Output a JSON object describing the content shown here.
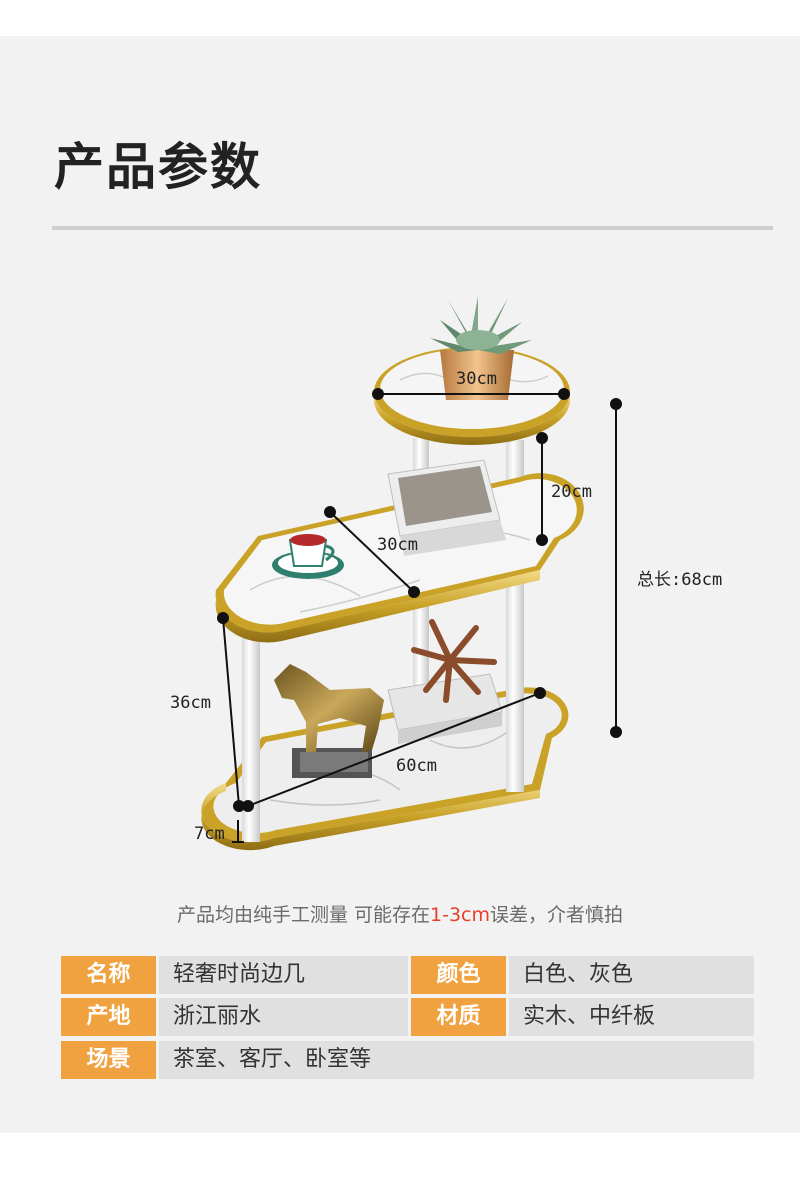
{
  "page": {
    "title": "产品参数"
  },
  "diagram": {
    "dimensions": {
      "top_shelf_width": "30cm",
      "upper_gap": "20cm",
      "total_length": "总长:68cm",
      "middle_shelf_depth": "30cm",
      "lower_gap": "36cm",
      "bottom_shelf_length": "60cm",
      "foot_height": "7cm"
    },
    "colors": {
      "gold_rim": "#c9a227",
      "marble": "#f4f4f4",
      "leg": "#f8f8f8",
      "dimension_line": "#111111"
    }
  },
  "note": {
    "before": "产品均由纯手工测量 可能存在",
    "range": "1-3cm",
    "after": "误差，介者慎拍",
    "accent_color": "#e83e2a"
  },
  "specs": {
    "name_label": "名称",
    "name_value": "轻奢时尚边几",
    "color_label": "颜色",
    "color_value": "白色、灰色",
    "origin_label": "产地",
    "origin_value": "浙江丽水",
    "material_label": "材质",
    "material_value": "实木、中纤板",
    "scene_label": "场景",
    "scene_value": "茶室、客厅、卧室等",
    "label_color": "#f0a240",
    "value_bg_color": "#e0e0e0"
  }
}
